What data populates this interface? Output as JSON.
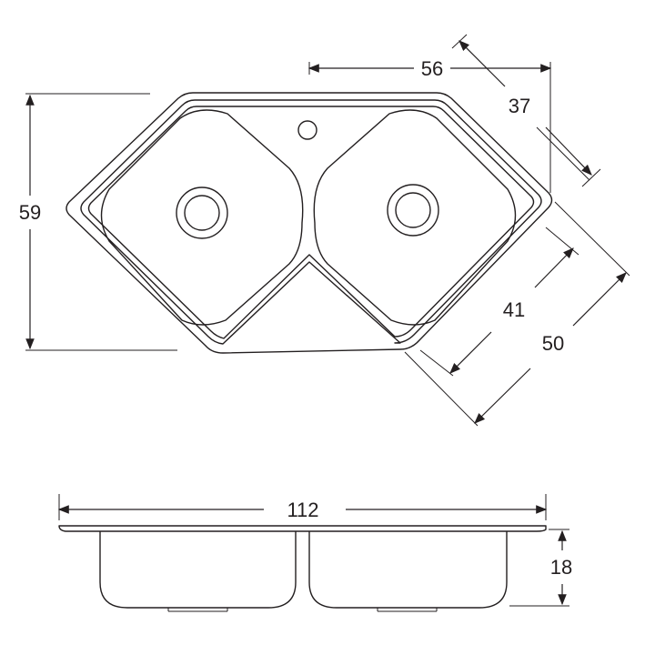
{
  "top_view": {
    "width_label": "56",
    "height_label": "59",
    "diag_short_label": "37",
    "bowl_depth_label": "41",
    "arm_length_label": "50"
  },
  "side_view": {
    "total_width_label": "112",
    "depth_label": "18"
  },
  "colors": {
    "line": "#231f20",
    "background": "#ffffff"
  }
}
